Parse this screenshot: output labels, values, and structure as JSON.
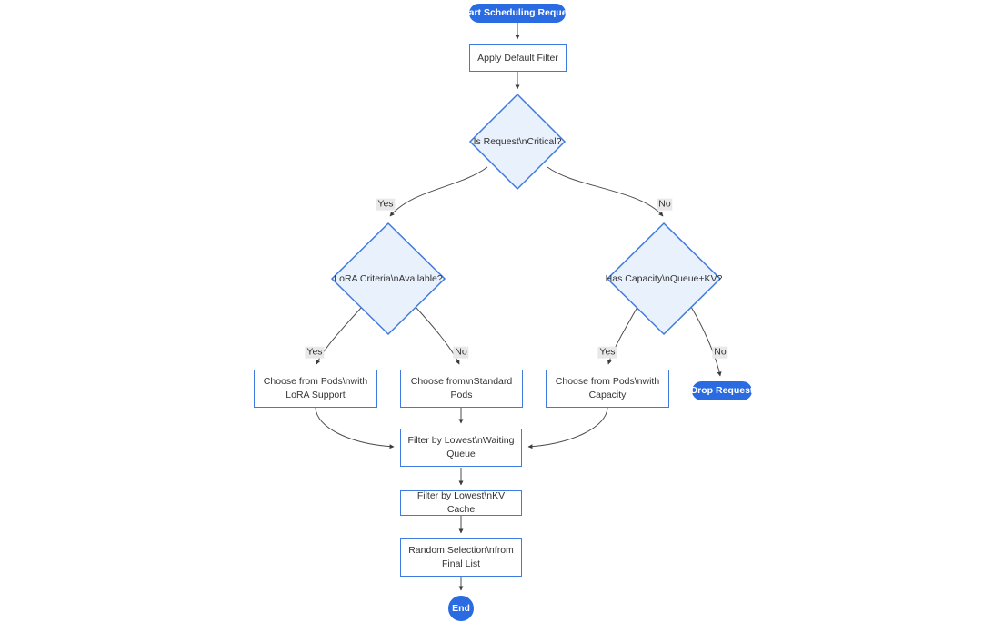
{
  "diagram": {
    "type": "flowchart",
    "nodes": {
      "start": {
        "shape": "stadium",
        "label": "Start Scheduling Request"
      },
      "apply_filter": {
        "shape": "rect",
        "label": "Apply Default Filter"
      },
      "is_critical": {
        "shape": "diamond",
        "label": "Is Request\\nCritical?"
      },
      "lora_available": {
        "shape": "diamond",
        "label": "LoRA Criteria\\nAvailable?"
      },
      "has_capacity": {
        "shape": "diamond",
        "label": "Has Capacity\\nQueue+KV?"
      },
      "choose_lora": {
        "shape": "rect",
        "label": "Choose from Pods\\nwith LoRA Support"
      },
      "choose_standard": {
        "shape": "rect",
        "label": "Choose from\\nStandard Pods"
      },
      "choose_capacity": {
        "shape": "rect",
        "label": "Choose from Pods\\nwith Capacity"
      },
      "drop_request": {
        "shape": "stadium",
        "label": "Drop Request"
      },
      "filter_queue": {
        "shape": "rect",
        "label": "Filter by Lowest\\nWaiting Queue"
      },
      "filter_kv": {
        "shape": "rect",
        "label": "Filter by Lowest\\nKV Cache"
      },
      "random_selection": {
        "shape": "rect",
        "label": "Random Selection\\nfrom Final List"
      },
      "end": {
        "shape": "circle",
        "label": "End"
      }
    },
    "edges": [
      {
        "from": "start",
        "to": "apply_filter",
        "label": ""
      },
      {
        "from": "apply_filter",
        "to": "is_critical",
        "label": ""
      },
      {
        "from": "is_critical",
        "to": "lora_available",
        "label": "Yes"
      },
      {
        "from": "is_critical",
        "to": "has_capacity",
        "label": "No"
      },
      {
        "from": "lora_available",
        "to": "choose_lora",
        "label": "Yes"
      },
      {
        "from": "lora_available",
        "to": "choose_standard",
        "label": "No"
      },
      {
        "from": "has_capacity",
        "to": "choose_capacity",
        "label": "Yes"
      },
      {
        "from": "has_capacity",
        "to": "drop_request",
        "label": "No"
      },
      {
        "from": "choose_lora",
        "to": "filter_queue",
        "label": ""
      },
      {
        "from": "choose_standard",
        "to": "filter_queue",
        "label": ""
      },
      {
        "from": "choose_capacity",
        "to": "filter_queue",
        "label": ""
      },
      {
        "from": "filter_queue",
        "to": "filter_kv",
        "label": ""
      },
      {
        "from": "filter_kv",
        "to": "random_selection",
        "label": ""
      },
      {
        "from": "random_selection",
        "to": "end",
        "label": ""
      }
    ],
    "colors": {
      "node_fill_primary": "#2a6be2",
      "node_border": "#3f7ae0",
      "decision_fill": "#e8f1fc",
      "rect_fill": "#ffffff",
      "edge_color": "#4d4d4d",
      "edge_arrow": "#3b3b3b",
      "label_bg": "#e8e8e8",
      "text_dark": "#323232",
      "text_light": "#ffffff",
      "canvas_bg": "#ffffff"
    }
  }
}
